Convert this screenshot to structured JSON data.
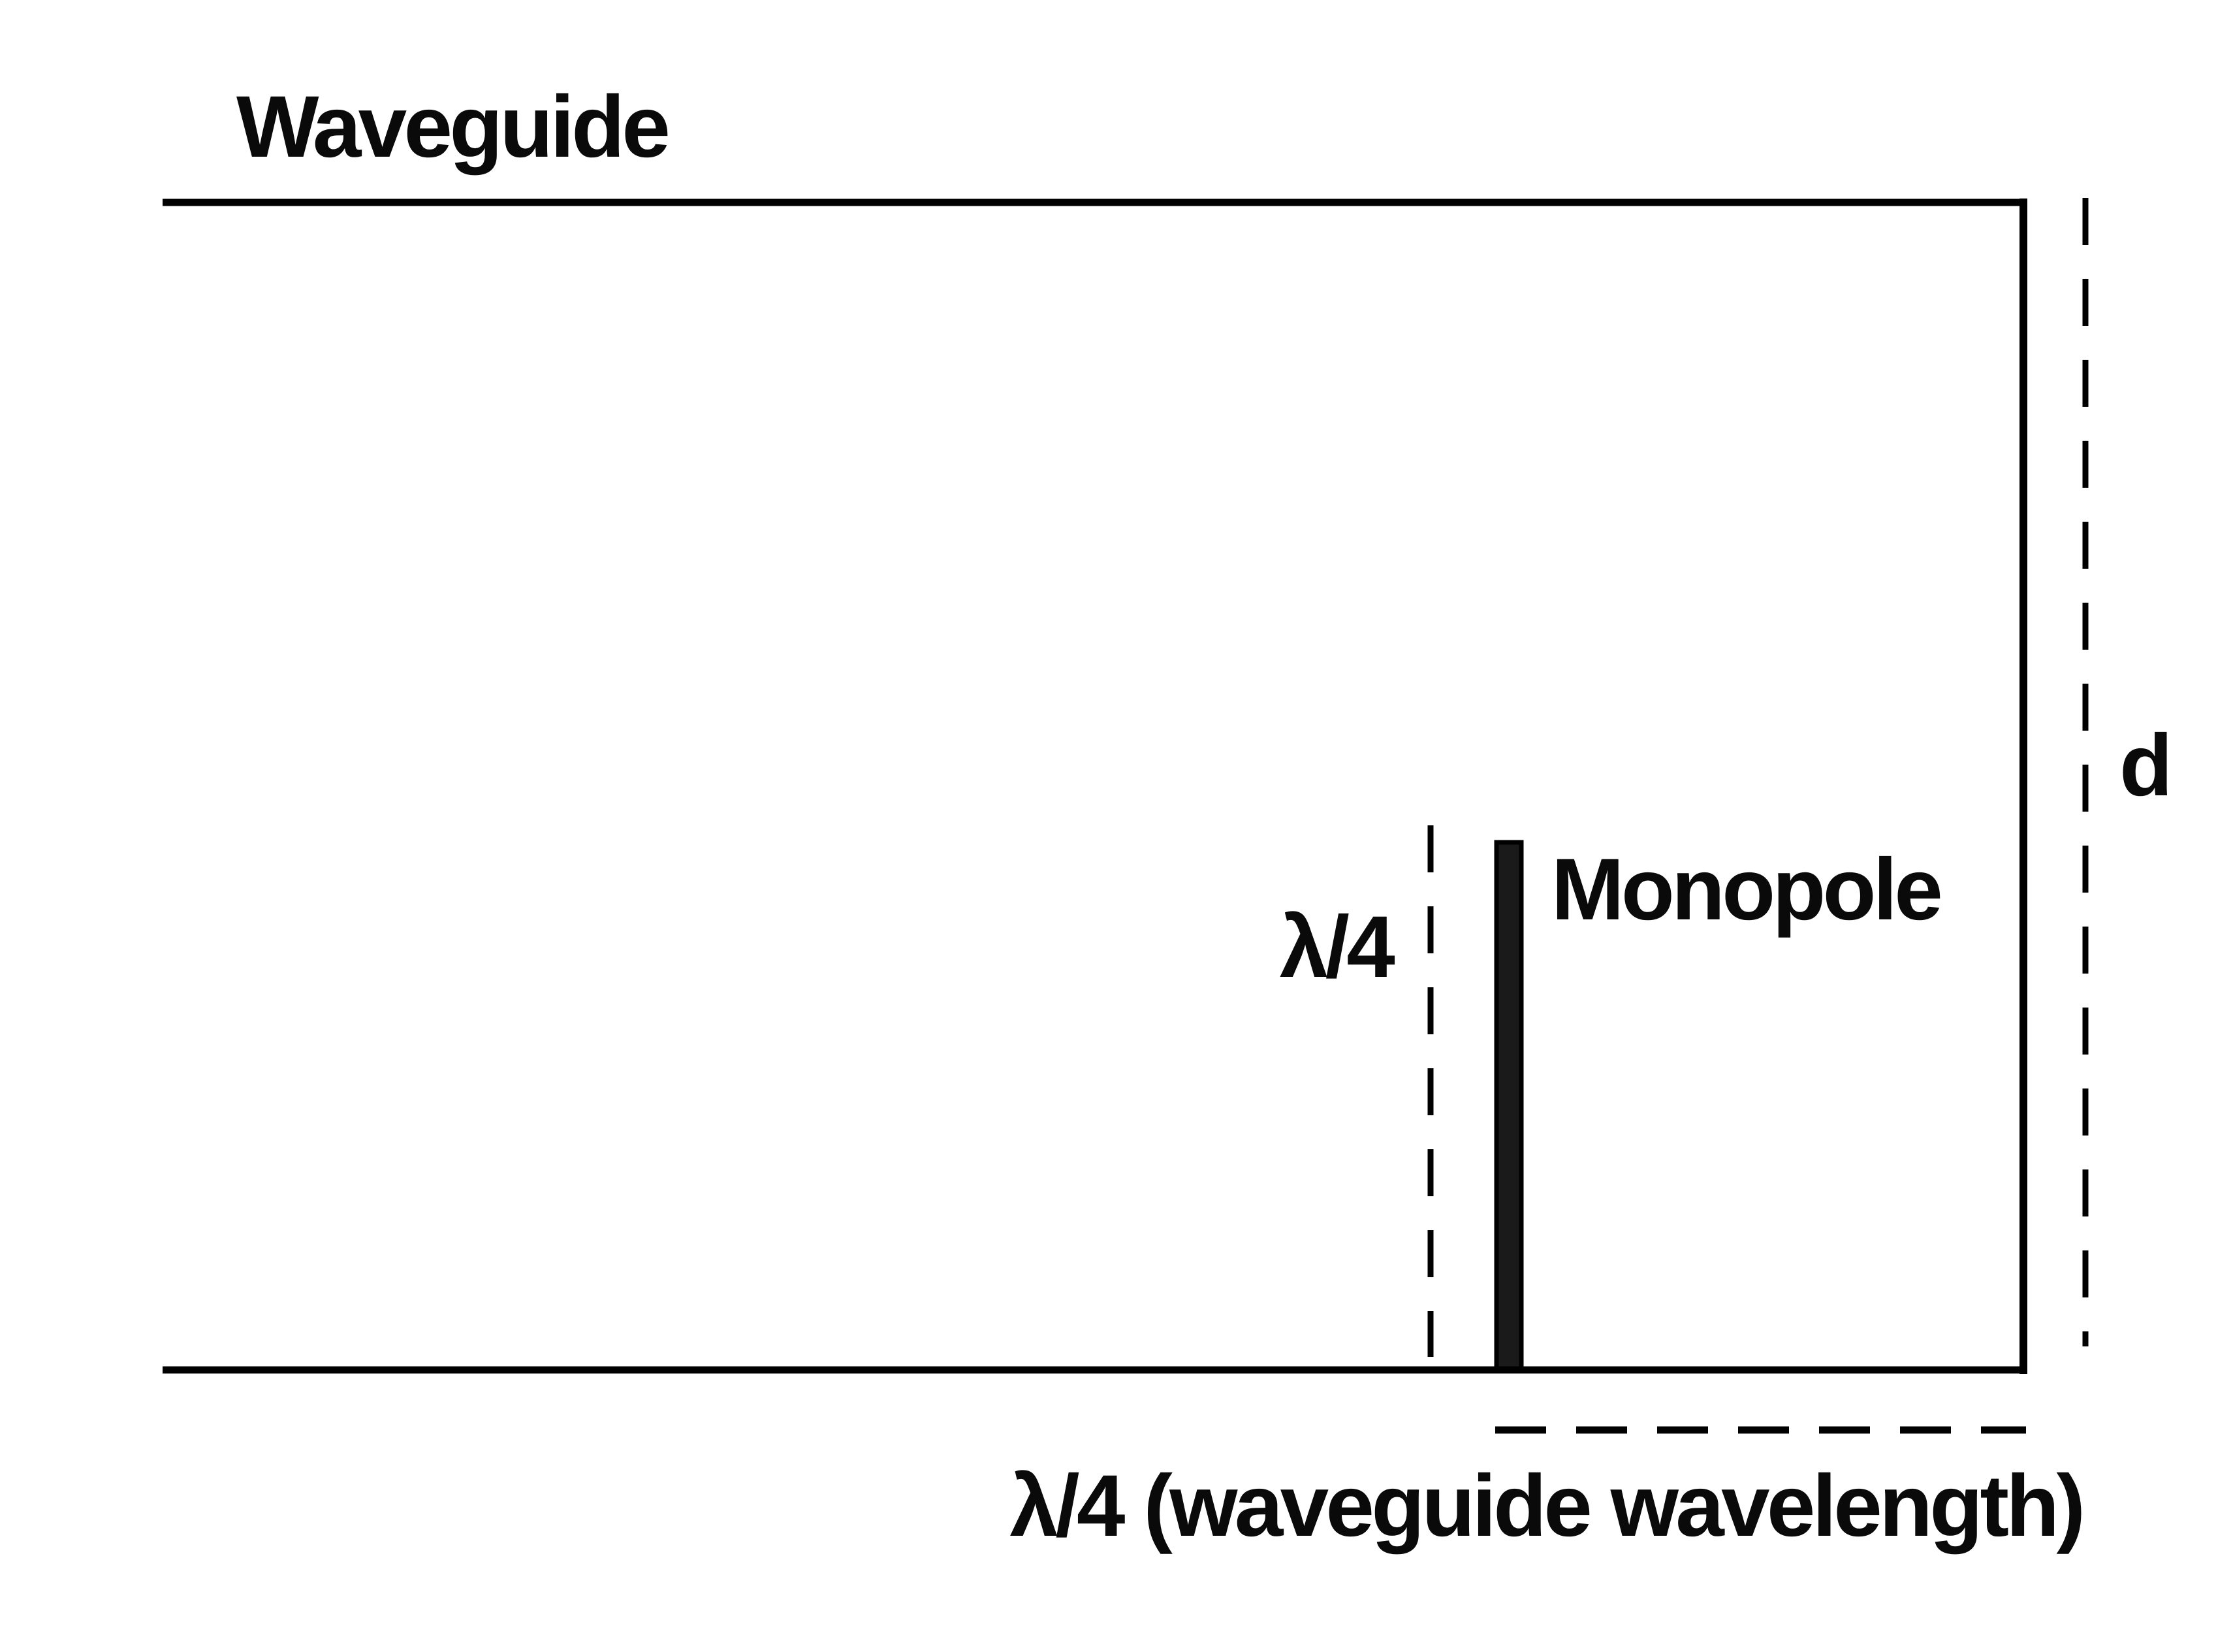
{
  "labels": {
    "waveguide": "Waveguide",
    "monopole": "Monopole",
    "probe_height": "λ/4",
    "depth": "d",
    "backshort_distance": "λ/4 (waveguide wavelength)"
  },
  "colors": {
    "background": "#ffffff",
    "line": "#000000",
    "monopole_fill": "#1a1a1a",
    "text": "#0a0a0a"
  }
}
